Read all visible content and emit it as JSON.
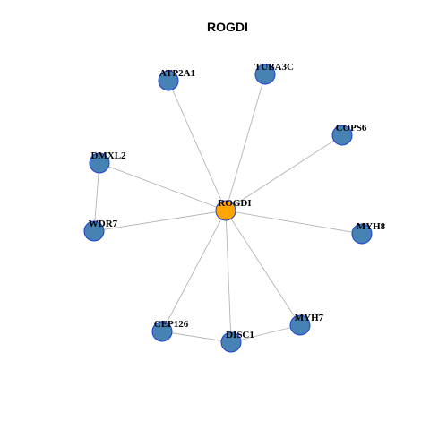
{
  "title": "ROGDI",
  "colors": {
    "background": "#ffffff",
    "edge": "#b4b4b4",
    "hub_fill": "#ffa500",
    "node_fill": "#4682b4",
    "node_stroke": "#1f3fd0",
    "label": "#000000",
    "title": "#000000"
  },
  "nodes": [
    {
      "id": "ROGDI",
      "label": "ROGDI",
      "hub": true
    },
    {
      "id": "ATP2A1",
      "label": "ATP2A1",
      "hub": false
    },
    {
      "id": "TUBA3C",
      "label": "TUBA3C",
      "hub": false
    },
    {
      "id": "COPS6",
      "label": "COPS6",
      "hub": false
    },
    {
      "id": "DMXL2",
      "label": "DMXL2",
      "hub": false
    },
    {
      "id": "WDR7",
      "label": "WDR7",
      "hub": false
    },
    {
      "id": "MYH8",
      "label": "MYH8",
      "hub": false
    },
    {
      "id": "CEP126",
      "label": "CEP126",
      "hub": false
    },
    {
      "id": "DISC1",
      "label": "DISC1",
      "hub": false
    },
    {
      "id": "MYH7",
      "label": "MYH7",
      "hub": false
    }
  ],
  "edges": [
    [
      "ROGDI",
      "ATP2A1"
    ],
    [
      "ROGDI",
      "TUBA3C"
    ],
    [
      "ROGDI",
      "COPS6"
    ],
    [
      "ROGDI",
      "DMXL2"
    ],
    [
      "ROGDI",
      "WDR7"
    ],
    [
      "ROGDI",
      "MYH8"
    ],
    [
      "ROGDI",
      "CEP126"
    ],
    [
      "ROGDI",
      "DISC1"
    ],
    [
      "ROGDI",
      "MYH7"
    ],
    [
      "DMXL2",
      "WDR7"
    ],
    [
      "CEP126",
      "DISC1"
    ],
    [
      "DISC1",
      "MYH7"
    ]
  ]
}
